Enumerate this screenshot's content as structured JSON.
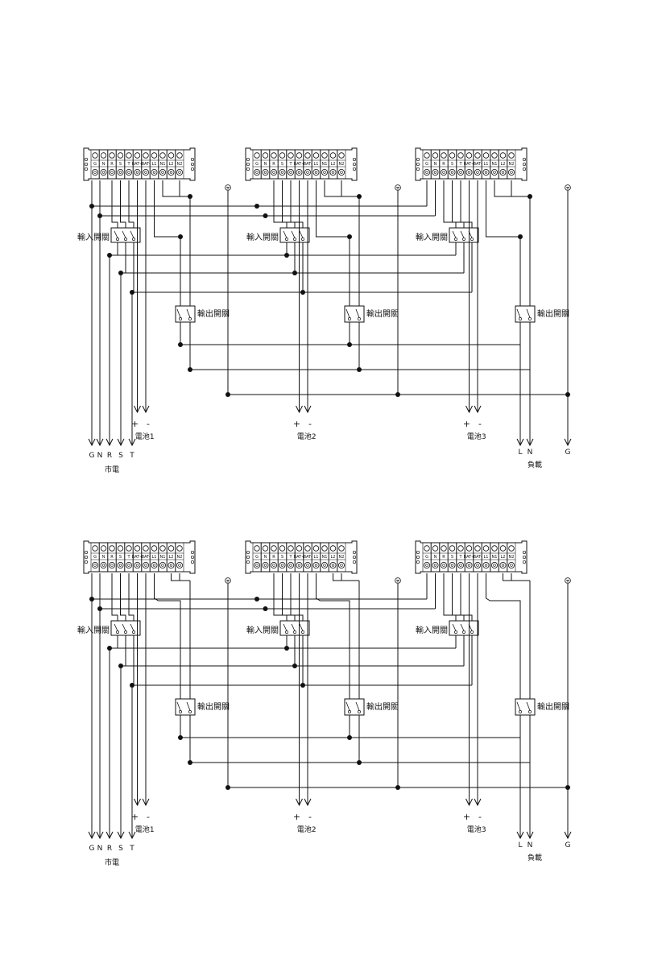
{
  "terminal_labels": [
    "G",
    "N",
    "R",
    "S",
    "T",
    "BAT+",
    "BAT-",
    "L1",
    "N1",
    "L2",
    "N2"
  ],
  "labels": {
    "input_switch": "輸入開關",
    "output_switch": "輸出開關",
    "mains_group": "市電",
    "load_group": "負載",
    "battery_plus": "+",
    "battery_minus": "-",
    "battery_1": "電池1",
    "battery_2": "電池2",
    "battery_3": "電池3",
    "mains_wires": [
      "G",
      "N",
      "R",
      "S",
      "T"
    ],
    "load_wires": [
      "L",
      "N"
    ],
    "ground_wire": "G"
  },
  "colors": {
    "line": "#111111",
    "background": "#ffffff"
  },
  "icons": [
    "ground-symbol-icon",
    "terminal-screw-icon",
    "junction-dot-icon",
    "arrow-down-icon"
  ]
}
